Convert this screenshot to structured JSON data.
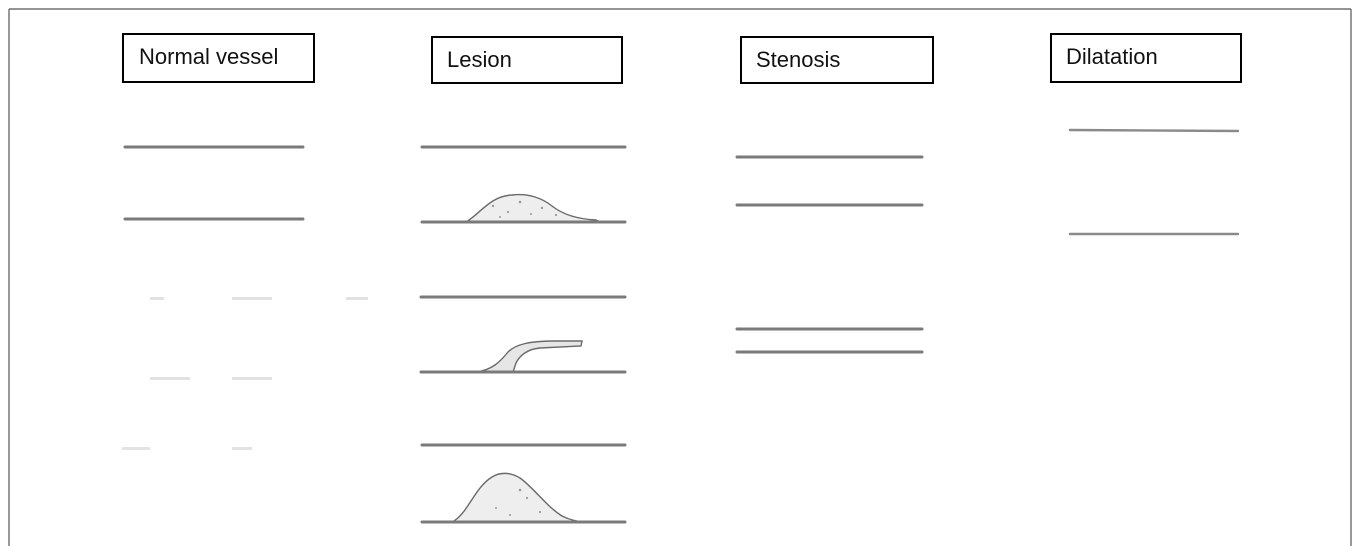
{
  "panels": [
    {
      "id": "normal-vessel",
      "label": "Normal vessel"
    },
    {
      "id": "lesion",
      "label": "Lesion"
    },
    {
      "id": "stenosis",
      "label": "Stenosis"
    },
    {
      "id": "dilatation",
      "label": "Dilatation"
    }
  ],
  "colors": {
    "background": "#ffffff",
    "label_border": "#000000",
    "vessel_wall": "#7a7a7a",
    "plaque_fill": "#eeeeee"
  }
}
